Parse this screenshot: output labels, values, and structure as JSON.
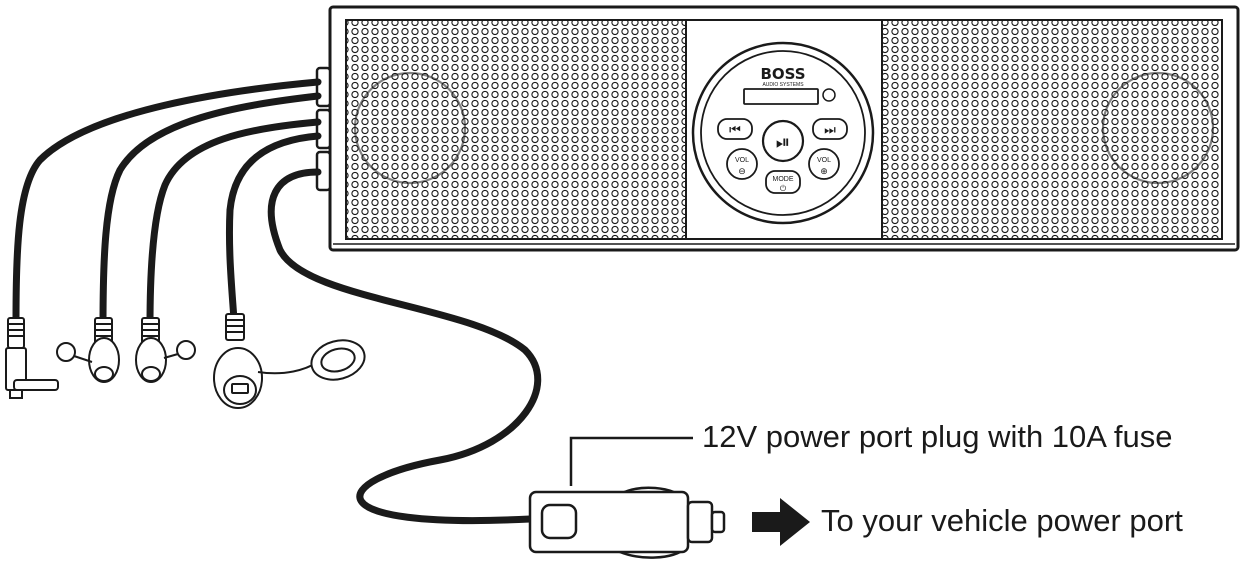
{
  "device": {
    "brand": "BOSS",
    "brand_sub": "AUDIO SYSTEMS",
    "controls": {
      "prev": "⏮",
      "play_pause": "⏯",
      "next": "⏭",
      "vol_down_label": "VOL",
      "vol_down_symbol": "⊖",
      "vol_up_label": "VOL",
      "vol_up_symbol": "⊕",
      "mode_label": "MODE",
      "power_symbol": "⏻"
    }
  },
  "callouts": {
    "plug": "12V power port plug with 10A fuse",
    "port": "To your vehicle power port"
  },
  "colors": {
    "line": "#1a1a1a",
    "background": "#ffffff"
  }
}
